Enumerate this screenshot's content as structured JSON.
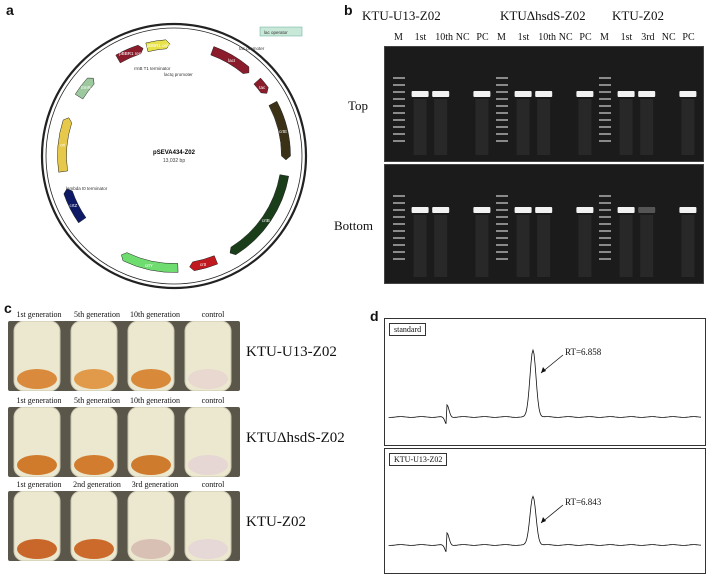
{
  "panels": {
    "a": "a",
    "b": "b",
    "c": "c",
    "d": "d"
  },
  "plasmid": {
    "name": "pSEVA434-Z02",
    "size": "13,032 bp",
    "features": [
      {
        "label": "lacI",
        "angle": 20,
        "span": 22,
        "color": "#8b1c2b"
      },
      {
        "label": "tac",
        "angle": 48,
        "span": 8,
        "color": "#8b1c2b"
      },
      {
        "label": "crtE",
        "angle": 62,
        "span": 30,
        "color": "#3b3116"
      },
      {
        "label": "crtB",
        "angle": 100,
        "span": 50,
        "color": "#1a3d1a"
      },
      {
        "label": "crtI",
        "angle": 158,
        "span": 14,
        "color": "#c0191f"
      },
      {
        "label": "crtY",
        "angle": 178,
        "span": 30,
        "color": "#6fdc6f"
      },
      {
        "label": "crtZ",
        "angle": 235,
        "span": 18,
        "color": "#0e1a66"
      },
      {
        "label": "ori",
        "angle": 262,
        "span": 28,
        "color": "#e6c84a"
      },
      {
        "label": "SmR",
        "angle": 302,
        "span": 12,
        "color": "#9ec89e"
      },
      {
        "label": "pBBR1 rep",
        "angle": 330,
        "span": 14,
        "color": "#8b1c2b"
      },
      {
        "label": "pBBR1 oriV",
        "angle": 346,
        "span": 12,
        "color": "#e8e24a"
      }
    ],
    "annotations": [
      "lac operator",
      "rrnB T1 terminator",
      "lacIq promoter",
      "tac promoter",
      "lambda t0 terminator"
    ]
  },
  "gel": {
    "strains": [
      "KTU-U13-Z02",
      "KTUΔhsdS-Z02",
      "KTU-Z02"
    ],
    "lanes": [
      "M",
      "1st",
      "10th",
      "NC",
      "PC",
      "M",
      "1st",
      "10th",
      "NC",
      "PC",
      "M",
      "1st",
      "3rd",
      "NC",
      "PC"
    ],
    "rows": [
      "Top",
      "Bottom"
    ]
  },
  "tubes": {
    "rows": [
      {
        "strain": "KTU-U13-Z02",
        "captions": [
          "1st generation",
          "5th generation",
          "10th generation",
          "control"
        ],
        "colors": [
          "#d98a3c",
          "#e09a4a",
          "#d8893a",
          "#e8d8d0"
        ]
      },
      {
        "strain": "KTUΔhsdS-Z02",
        "captions": [
          "1st generation",
          "5th generation",
          "10th generation",
          "control"
        ],
        "colors": [
          "#d07a2c",
          "#d27c30",
          "#cf7b2e",
          "#e6d6d4"
        ]
      },
      {
        "strain": "KTU-Z02",
        "captions": [
          "1st generation",
          "2nd generation",
          "3rd generation",
          "control"
        ],
        "colors": [
          "#c9672a",
          "#cc6a2c",
          "#d8c0b4",
          "#e6d8d6"
        ]
      }
    ]
  },
  "chromatograms": [
    {
      "label": "standard",
      "rt": "RT=6.858",
      "peak_height": 0.78
    },
    {
      "label": "KTU-U13-Z02",
      "rt": "RT=6.843",
      "peak_height": 0.58
    }
  ]
}
